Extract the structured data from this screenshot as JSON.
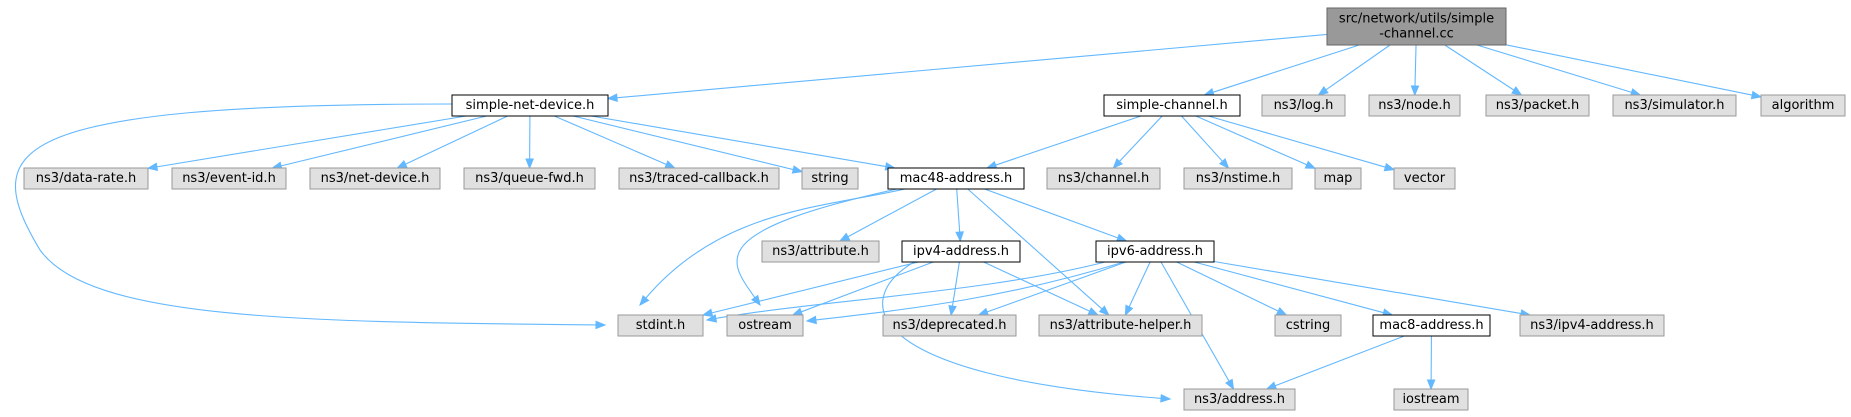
{
  "diagram": {
    "type": "include-dependency-graph",
    "nodes": [
      {
        "id": "root",
        "lines": [
          "src/network/utils/simple",
          "-channel.cc"
        ],
        "kind": "root"
      },
      {
        "id": "snd",
        "lines": [
          "simple-net-device.h"
        ],
        "kind": "doc"
      },
      {
        "id": "sch",
        "lines": [
          "simple-channel.h"
        ],
        "kind": "doc"
      },
      {
        "id": "log",
        "lines": [
          "ns3/log.h"
        ],
        "kind": "ext"
      },
      {
        "id": "node",
        "lines": [
          "ns3/node.h"
        ],
        "kind": "ext"
      },
      {
        "id": "packet",
        "lines": [
          "ns3/packet.h"
        ],
        "kind": "ext"
      },
      {
        "id": "simulator",
        "lines": [
          "ns3/simulator.h"
        ],
        "kind": "ext"
      },
      {
        "id": "algorithm",
        "lines": [
          "algorithm"
        ],
        "kind": "ext"
      },
      {
        "id": "datarate",
        "lines": [
          "ns3/data-rate.h"
        ],
        "kind": "ext"
      },
      {
        "id": "eventid",
        "lines": [
          "ns3/event-id.h"
        ],
        "kind": "ext"
      },
      {
        "id": "netdevice",
        "lines": [
          "ns3/net-device.h"
        ],
        "kind": "ext"
      },
      {
        "id": "queuefwd",
        "lines": [
          "ns3/queue-fwd.h"
        ],
        "kind": "ext"
      },
      {
        "id": "traced",
        "lines": [
          "ns3/traced-callback.h"
        ],
        "kind": "ext"
      },
      {
        "id": "string",
        "lines": [
          "string"
        ],
        "kind": "ext"
      },
      {
        "id": "mac48",
        "lines": [
          "mac48-address.h"
        ],
        "kind": "doc"
      },
      {
        "id": "channel",
        "lines": [
          "ns3/channel.h"
        ],
        "kind": "ext"
      },
      {
        "id": "nstime",
        "lines": [
          "ns3/nstime.h"
        ],
        "kind": "ext"
      },
      {
        "id": "map",
        "lines": [
          "map"
        ],
        "kind": "ext"
      },
      {
        "id": "vector",
        "lines": [
          "vector"
        ],
        "kind": "ext"
      },
      {
        "id": "attribute",
        "lines": [
          "ns3/attribute.h"
        ],
        "kind": "ext"
      },
      {
        "id": "ipv4",
        "lines": [
          "ipv4-address.h"
        ],
        "kind": "doc"
      },
      {
        "id": "ipv6",
        "lines": [
          "ipv6-address.h"
        ],
        "kind": "doc"
      },
      {
        "id": "stdint",
        "lines": [
          "stdint.h"
        ],
        "kind": "ext"
      },
      {
        "id": "ostream",
        "lines": [
          "ostream"
        ],
        "kind": "ext"
      },
      {
        "id": "deprecated",
        "lines": [
          "ns3/deprecated.h"
        ],
        "kind": "ext"
      },
      {
        "id": "attrhelper",
        "lines": [
          "ns3/attribute-helper.h"
        ],
        "kind": "ext"
      },
      {
        "id": "cstring",
        "lines": [
          "cstring"
        ],
        "kind": "ext"
      },
      {
        "id": "mac8",
        "lines": [
          "mac8-address.h"
        ],
        "kind": "doc"
      },
      {
        "id": "ipv4addr",
        "lines": [
          "ns3/ipv4-address.h"
        ],
        "kind": "ext"
      },
      {
        "id": "address",
        "lines": [
          "ns3/address.h"
        ],
        "kind": "ext"
      },
      {
        "id": "iostream",
        "lines": [
          "iostream"
        ],
        "kind": "ext"
      }
    ],
    "edges": [
      [
        "root",
        "snd"
      ],
      [
        "root",
        "sch"
      ],
      [
        "root",
        "log"
      ],
      [
        "root",
        "node"
      ],
      [
        "root",
        "packet"
      ],
      [
        "root",
        "simulator"
      ],
      [
        "root",
        "algorithm"
      ],
      [
        "snd",
        "datarate"
      ],
      [
        "snd",
        "eventid"
      ],
      [
        "snd",
        "netdevice"
      ],
      [
        "snd",
        "queuefwd"
      ],
      [
        "snd",
        "traced"
      ],
      [
        "snd",
        "string"
      ],
      [
        "snd",
        "mac48"
      ],
      [
        "snd",
        "stdint"
      ],
      [
        "sch",
        "mac48"
      ],
      [
        "sch",
        "channel"
      ],
      [
        "sch",
        "nstime"
      ],
      [
        "sch",
        "map"
      ],
      [
        "sch",
        "vector"
      ],
      [
        "mac48",
        "attribute"
      ],
      [
        "mac48",
        "ipv4"
      ],
      [
        "mac48",
        "ipv6"
      ],
      [
        "mac48",
        "stdint"
      ],
      [
        "mac48",
        "ostream"
      ],
      [
        "mac48",
        "attrhelper"
      ],
      [
        "ipv4",
        "stdint"
      ],
      [
        "ipv4",
        "ostream"
      ],
      [
        "ipv4",
        "deprecated"
      ],
      [
        "ipv4",
        "attrhelper"
      ],
      [
        "ipv4",
        "address"
      ],
      [
        "ipv6",
        "stdint"
      ],
      [
        "ipv6",
        "ostream"
      ],
      [
        "ipv6",
        "deprecated"
      ],
      [
        "ipv6",
        "attrhelper"
      ],
      [
        "ipv6",
        "cstring"
      ],
      [
        "ipv6",
        "mac8"
      ],
      [
        "ipv6",
        "ipv4addr"
      ],
      [
        "ipv6",
        "address"
      ],
      [
        "mac8",
        "address"
      ],
      [
        "mac8",
        "iostream"
      ]
    ]
  },
  "colors": {
    "edge": "#63b8ff",
    "root_fill": "#999999",
    "doc_fill": "#ffffff",
    "ext_fill": "#e0e0e0"
  }
}
